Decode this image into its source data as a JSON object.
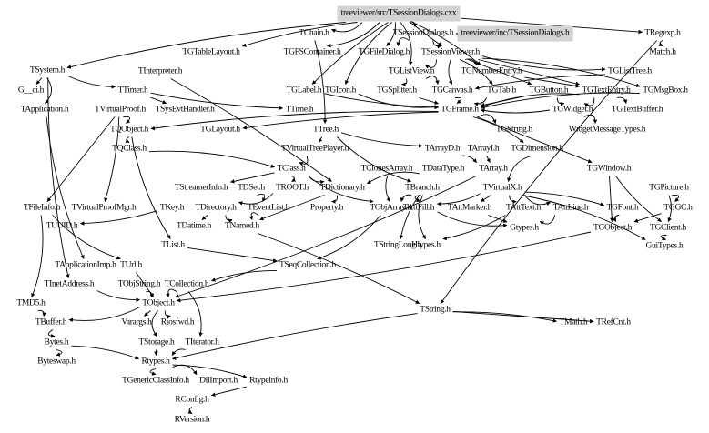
{
  "diagram": {
    "type": "include-dependency-graph",
    "root": "treeviewer/src/TSessionDialogs.cxx",
    "highlighted": [
      "treeviewer/src/TSessionDialogs.cxx",
      "treeviewer/inc/TSessionDialogs.h"
    ],
    "colors": {
      "highlight_fill": "#d3d3d3",
      "edge": "#000000",
      "background": "#ffffff"
    },
    "nodes": [
      {
        "id": "cxx",
        "label": "treeviewer/src/TSessionDialogs.cxx"
      },
      {
        "id": "incTSD",
        "label": "treeviewer/inc/TSessionDialogs.h"
      },
      {
        "id": "TChain",
        "label": "TChain.h"
      },
      {
        "id": "TSessionDialogs",
        "label": "TSessionDialogs.h"
      },
      {
        "id": "TRegexp",
        "label": "TRegexp.h"
      },
      {
        "id": "TGTableLayout",
        "label": "TGTableLayout.h"
      },
      {
        "id": "TGFSContainer",
        "label": "TGFSContainer.h"
      },
      {
        "id": "TGFileDialog",
        "label": "TGFileDialog.h"
      },
      {
        "id": "TSessionViewer",
        "label": "TSessionViewer.h"
      },
      {
        "id": "Match",
        "label": "Match.h"
      },
      {
        "id": "TSystem",
        "label": "TSystem.h"
      },
      {
        "id": "TInterpreter",
        "label": "TInterpreter.h"
      },
      {
        "id": "TGListView",
        "label": "TGListView.h"
      },
      {
        "id": "TGNumberEntry",
        "label": "TGNumberEntry.h"
      },
      {
        "id": "TGListTree",
        "label": "TGListTree.h"
      },
      {
        "id": "G__ci",
        "label": "G__ci.h"
      },
      {
        "id": "TTimer",
        "label": "TTimer.h"
      },
      {
        "id": "TGLabel",
        "label": "TGLabel.h"
      },
      {
        "id": "TGIcon",
        "label": "TGIcon.h"
      },
      {
        "id": "TGSplitter",
        "label": "TGSplitter.h"
      },
      {
        "id": "TGCanvas",
        "label": "TGCanvas.h"
      },
      {
        "id": "TGTab",
        "label": "TGTab.h"
      },
      {
        "id": "TGButton",
        "label": "TGButton.h"
      },
      {
        "id": "TGTextEntry",
        "label": "TGTextEntry.h"
      },
      {
        "id": "TGMsgBox",
        "label": "TGMsgBox.h"
      },
      {
        "id": "TApplication",
        "label": "TApplication.h"
      },
      {
        "id": "TVirtualProof",
        "label": "TVirtualProof.h"
      },
      {
        "id": "TSysEvtHandler",
        "label": "TSysEvtHandler.h"
      },
      {
        "id": "TTime",
        "label": "TTime.h"
      },
      {
        "id": "TGFrame",
        "label": "TGFrame.h"
      },
      {
        "id": "TGWidget",
        "label": "TGWidget.h"
      },
      {
        "id": "TGTextBuffer",
        "label": "TGTextBuffer.h"
      },
      {
        "id": "TQObject",
        "label": "TQObject.h"
      },
      {
        "id": "TGLayout",
        "label": "TGLayout.h"
      },
      {
        "id": "TTree",
        "label": "TTree.h"
      },
      {
        "id": "TGString",
        "label": "TGString.h"
      },
      {
        "id": "WidgetMessageTypes",
        "label": "WidgetMessageTypes.h"
      },
      {
        "id": "TQClass",
        "label": "TQClass.h"
      },
      {
        "id": "TVirtualTreePlayer",
        "label": "TVirtualTreePlayer.h"
      },
      {
        "id": "TArrayD",
        "label": "TArrayD.h"
      },
      {
        "id": "TArrayI",
        "label": "TArrayI.h"
      },
      {
        "id": "TGDimension",
        "label": "TGDimension.h"
      },
      {
        "id": "TClass",
        "label": "TClass.h"
      },
      {
        "id": "TClonesArray",
        "label": "TClonesArray.h"
      },
      {
        "id": "TDataType",
        "label": "TDataType.h"
      },
      {
        "id": "TArray",
        "label": "TArray.h"
      },
      {
        "id": "TGWindow",
        "label": "TGWindow.h"
      },
      {
        "id": "TStreamerInfo",
        "label": "TStreamerInfo.h"
      },
      {
        "id": "TDSet",
        "label": "TDSet.h"
      },
      {
        "id": "TROOT",
        "label": "TROOT.h"
      },
      {
        "id": "TDictionary",
        "label": "TDictionary.h"
      },
      {
        "id": "TBranch",
        "label": "TBranch.h"
      },
      {
        "id": "TVirtualX",
        "label": "TVirtualX.h"
      },
      {
        "id": "TGPicture",
        "label": "TGPicture.h"
      },
      {
        "id": "TFileInfo",
        "label": "TFileInfo.h"
      },
      {
        "id": "TVirtualProofMgr",
        "label": "TVirtualProofMgr.h"
      },
      {
        "id": "TKey",
        "label": "TKey.h"
      },
      {
        "id": "TDirectory",
        "label": "TDirectory.h"
      },
      {
        "id": "TEventList",
        "label": "TEventList.h"
      },
      {
        "id": "Property",
        "label": "Property.h"
      },
      {
        "id": "TObjArray",
        "label": "TObjArray.h"
      },
      {
        "id": "TAttFill",
        "label": "TAttFill.h"
      },
      {
        "id": "TAttMarker",
        "label": "TAttMarker.h"
      },
      {
        "id": "TAttText",
        "label": "TAttText.h"
      },
      {
        "id": "TAttLine",
        "label": "TAttLine.h"
      },
      {
        "id": "TGFont",
        "label": "TGFont.h"
      },
      {
        "id": "TGGC",
        "label": "TGGC.h"
      },
      {
        "id": "TUUID",
        "label": "TUUID.h"
      },
      {
        "id": "TDatime",
        "label": "TDatime.h"
      },
      {
        "id": "TNamed",
        "label": "TNamed.h"
      },
      {
        "id": "Gtypes",
        "label": "Gtypes.h"
      },
      {
        "id": "TGObject",
        "label": "TGObject.h"
      },
      {
        "id": "TGClient",
        "label": "TGClient.h"
      },
      {
        "id": "TList",
        "label": "TList.h"
      },
      {
        "id": "TStringLong",
        "label": "TStringLong.h"
      },
      {
        "id": "Htypes",
        "label": "Htypes.h"
      },
      {
        "id": "GuiTypes",
        "label": "GuiTypes.h"
      },
      {
        "id": "TApplicationImp",
        "label": "TApplicationImp.h"
      },
      {
        "id": "TUrl",
        "label": "TUrl.h"
      },
      {
        "id": "TSeqCollection",
        "label": "TSeqCollection.h"
      },
      {
        "id": "TInetAddress",
        "label": "TInetAddress.h"
      },
      {
        "id": "TObjString",
        "label": "TObjString.h"
      },
      {
        "id": "TCollection",
        "label": "TCollection.h"
      },
      {
        "id": "TMD5",
        "label": "TMD5.h"
      },
      {
        "id": "TObject",
        "label": "TObject.h"
      },
      {
        "id": "TString",
        "label": "TString.h"
      },
      {
        "id": "TBuffer",
        "label": "TBuffer.h"
      },
      {
        "id": "Varargs",
        "label": "Varargs.h"
      },
      {
        "id": "Riosfwd",
        "label": "Riosfwd.h"
      },
      {
        "id": "TMath",
        "label": "TMath.h"
      },
      {
        "id": "TRefCnt",
        "label": "TRefCnt.h"
      },
      {
        "id": "Bytes",
        "label": "Bytes.h"
      },
      {
        "id": "TStorage",
        "label": "TStorage.h"
      },
      {
        "id": "TIterator",
        "label": "TIterator.h"
      },
      {
        "id": "Byteswap",
        "label": "Byteswap.h"
      },
      {
        "id": "Rtypes",
        "label": "Rtypes.h"
      },
      {
        "id": "TGenericClassInfo",
        "label": "TGenericClassInfo.h"
      },
      {
        "id": "DllImport",
        "label": "DllImport.h"
      },
      {
        "id": "Rtypeinfo",
        "label": "Rtypeinfo.h"
      },
      {
        "id": "RConfig",
        "label": "RConfig.h"
      },
      {
        "id": "RVersion",
        "label": "RVersion.h"
      }
    ],
    "edges": [
      [
        "cxx",
        "TChain"
      ],
      [
        "cxx",
        "TSessionDialogs"
      ],
      [
        "cxx",
        "TRegexp"
      ],
      [
        "cxx",
        "TGTableLayout"
      ],
      [
        "cxx",
        "TSystem"
      ],
      [
        "cxx",
        "TGFSContainer"
      ],
      [
        "cxx",
        "TGFileDialog"
      ],
      [
        "cxx",
        "TSessionViewer"
      ],
      [
        "cxx",
        "TGLabel"
      ],
      [
        "cxx",
        "TGIcon"
      ],
      [
        "cxx",
        "TGListView"
      ],
      [
        "cxx",
        "TGNumberEntry"
      ],
      [
        "incTSD",
        "TSessionDialogs"
      ],
      [
        "TSessionDialogs",
        "TSessionViewer"
      ],
      [
        "TSessionDialogs",
        "TGFileDialog"
      ],
      [
        "TSessionViewer",
        "TGListView"
      ],
      [
        "TSessionViewer",
        "TGNumberEntry"
      ],
      [
        "TSessionViewer",
        "TGTextEntry"
      ],
      [
        "TSessionViewer",
        "TGCanvas"
      ],
      [
        "TSessionViewer",
        "TGListTree"
      ],
      [
        "TSessionViewer",
        "TGMsgBox"
      ],
      [
        "TSessionViewer",
        "TGTab"
      ],
      [
        "TSessionViewer",
        "TGButton"
      ],
      [
        "TRegexp",
        "Match"
      ],
      [
        "TRegexp",
        "TString"
      ],
      [
        "TGListView",
        "TGCanvas"
      ],
      [
        "TGListView",
        "TGSplitter"
      ],
      [
        "TGNumberEntry",
        "TGTextEntry"
      ],
      [
        "TGListTree",
        "TGCanvas"
      ],
      [
        "TGMsgBox",
        "TGFrame"
      ],
      [
        "TGCanvas",
        "TGFrame"
      ],
      [
        "TGTab",
        "TGFrame"
      ],
      [
        "TGButton",
        "TGFrame"
      ],
      [
        "TGButton",
        "TGWidget"
      ],
      [
        "TGTextEntry",
        "TGFrame"
      ],
      [
        "TGTextEntry",
        "TGWidget"
      ],
      [
        "TGTextEntry",
        "TGTextBuffer"
      ],
      [
        "TGSplitter",
        "TGFrame"
      ],
      [
        "TGLabel",
        "TGFrame"
      ],
      [
        "TGIcon",
        "TGFrame"
      ],
      [
        "TGFrame",
        "TGString"
      ],
      [
        "TGFrame",
        "TGDimension"
      ],
      [
        "TGFrame",
        "TGWindow"
      ],
      [
        "TGFrame",
        "TGLayout"
      ],
      [
        "TGFrame",
        "TQObject"
      ],
      [
        "TGWidget",
        "WidgetMessageTypes"
      ],
      [
        "TGWidget",
        "TGFrame"
      ],
      [
        "TSystem",
        "G__ci"
      ],
      [
        "TSystem",
        "TTimer"
      ],
      [
        "TSystem",
        "TInetAddress"
      ],
      [
        "TSystem",
        "TApplication"
      ],
      [
        "TInterpreter",
        "TDictionary"
      ],
      [
        "TTimer",
        "TSysEvtHandler"
      ],
      [
        "TTimer",
        "TTime"
      ],
      [
        "TApplication",
        "TApplicationImp"
      ],
      [
        "TVirtualProof",
        "TQObject"
      ],
      [
        "TVirtualProof",
        "TVirtualProofMgr"
      ],
      [
        "TVirtualProof",
        "TFileInfo"
      ],
      [
        "TQObject",
        "TQClass"
      ],
      [
        "TQObject",
        "TList"
      ],
      [
        "TQClass",
        "TClass"
      ],
      [
        "TChain",
        "TTree"
      ],
      [
        "TTree",
        "TVirtualTreePlayer"
      ],
      [
        "TTree",
        "TArrayD"
      ],
      [
        "TTree",
        "TBranch"
      ],
      [
        "TVirtualTreePlayer",
        "TClass"
      ],
      [
        "TClass",
        "TROOT"
      ],
      [
        "TClass",
        "TStreamerInfo"
      ],
      [
        "TClass",
        "TDictionary"
      ],
      [
        "TClass",
        "TObjArray"
      ],
      [
        "TROOT",
        "TDirectory"
      ],
      [
        "TDictionary",
        "Property"
      ],
      [
        "TDictionary",
        "TNamed"
      ],
      [
        "TClonesArray",
        "TObjArray"
      ],
      [
        "TDataType",
        "TDictionary"
      ],
      [
        "TArray",
        "TObject"
      ],
      [
        "TArrayD",
        "TArray"
      ],
      [
        "TArrayI",
        "TArray"
      ],
      [
        "TBranch",
        "TObjArray"
      ],
      [
        "TBranch",
        "TAttFill"
      ],
      [
        "TDSet",
        "TEventList"
      ],
      [
        "TVirtualX",
        "TAttFill"
      ],
      [
        "TVirtualX",
        "TAttMarker"
      ],
      [
        "TVirtualX",
        "TAttText"
      ],
      [
        "TVirtualX",
        "TAttLine"
      ],
      [
        "TVirtualX",
        "GuiTypes"
      ],
      [
        "TVirtualX",
        "TGFont"
      ],
      [
        "TGWindow",
        "TGObject"
      ],
      [
        "TGWindow",
        "TGClient"
      ],
      [
        "TGDimension",
        "TVirtualX"
      ],
      [
        "TGPicture",
        "TGGC"
      ],
      [
        "TGPicture",
        "TGClient"
      ],
      [
        "TGGC",
        "TGObject"
      ],
      [
        "TGFont",
        "TGObject"
      ],
      [
        "TGClient",
        "GuiTypes"
      ],
      [
        "TGObject",
        "TObject"
      ],
      [
        "TKey",
        "TUUID"
      ],
      [
        "TDirectory",
        "TDatime"
      ],
      [
        "TDirectory",
        "TNamed"
      ],
      [
        "TEventList",
        "TNamed"
      ],
      [
        "TObjArray",
        "TSeqCollection"
      ],
      [
        "TNamed",
        "TString"
      ],
      [
        "TList",
        "TSeqCollection"
      ],
      [
        "TSeqCollection",
        "TCollection"
      ],
      [
        "TCollection",
        "TObject"
      ],
      [
        "TCollection",
        "TIterator"
      ],
      [
        "TObjString",
        "TObject"
      ],
      [
        "TUrl",
        "TObject"
      ],
      [
        "TInetAddress",
        "TObject"
      ],
      [
        "TFileInfo",
        "TUrl"
      ],
      [
        "TFileInfo",
        "TMD5"
      ],
      [
        "TMD5",
        "TBuffer"
      ],
      [
        "TObject",
        "Varargs"
      ],
      [
        "TObject",
        "Riosfwd"
      ],
      [
        "TObject",
        "TStorage"
      ],
      [
        "TObject",
        "TBuffer"
      ],
      [
        "TString",
        "TMath"
      ],
      [
        "TString",
        "TRefCnt"
      ],
      [
        "TString",
        "Rtypes"
      ],
      [
        "TBuffer",
        "Bytes"
      ],
      [
        "Bytes",
        "Byteswap"
      ],
      [
        "Bytes",
        "Rtypes"
      ],
      [
        "TStorage",
        "Rtypes"
      ],
      [
        "TIterator",
        "Rtypes"
      ],
      [
        "Rtypes",
        "TGenericClassInfo"
      ],
      [
        "Rtypes",
        "DllImport"
      ],
      [
        "Rtypes",
        "Rtypeinfo"
      ],
      [
        "Rtypeinfo",
        "RConfig"
      ],
      [
        "RConfig",
        "RVersion"
      ],
      [
        "TAttFill",
        "Gtypes"
      ],
      [
        "TAttLine",
        "Gtypes"
      ],
      [
        "TAttText",
        "Htypes"
      ],
      [
        "TAttMarker",
        "Gtypes"
      ],
      [
        "TBranch",
        "TStringLong"
      ],
      [
        "TBranch",
        "Htypes"
      ]
    ]
  }
}
